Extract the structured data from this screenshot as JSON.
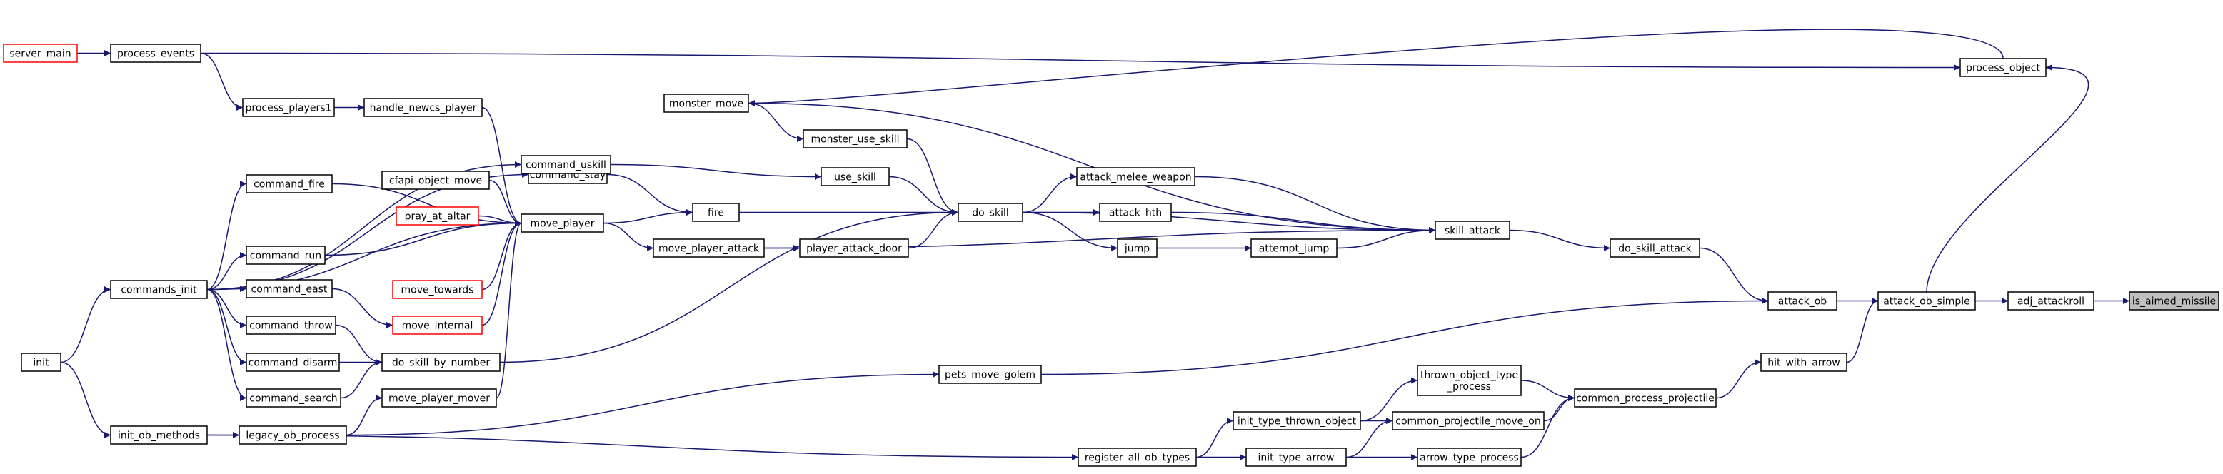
{
  "graph": {
    "colors": {
      "edge": "#191970",
      "node_border": "#000000",
      "external_border": "#ff0000",
      "focus_fill": "#bfbfbf"
    },
    "nodes": [
      {
        "id": "is_aimed_missile",
        "label": "is_aimed_missile",
        "focus": true
      },
      {
        "id": "adj_attackroll",
        "label": "adj_attackroll"
      },
      {
        "id": "attack_ob_simple",
        "label": "attack_ob_simple"
      },
      {
        "id": "attack_ob",
        "label": "attack_ob"
      },
      {
        "id": "hit_with_arrow",
        "label": "hit_with_arrow"
      },
      {
        "id": "process_object",
        "label": "process_object"
      },
      {
        "id": "do_skill_attack",
        "label": "do_skill_attack"
      },
      {
        "id": "skill_attack",
        "label": "skill_attack"
      },
      {
        "id": "common_process_projectile",
        "label": "common_process_projectile"
      },
      {
        "id": "thrown_object_type_process",
        "label": "thrown_object_type\n_process"
      },
      {
        "id": "common_projectile_move_on",
        "label": "common_projectile_move_on"
      },
      {
        "id": "arrow_type_process",
        "label": "arrow_type_process"
      },
      {
        "id": "init_type_thrown_object",
        "label": "init_type_thrown_object"
      },
      {
        "id": "init_type_arrow",
        "label": "init_type_arrow"
      },
      {
        "id": "register_all_ob_types",
        "label": "register_all_ob_types"
      },
      {
        "id": "pets_move_golem",
        "label": "pets_move_golem"
      },
      {
        "id": "attack_melee_weapon",
        "label": "attack_melee_weapon"
      },
      {
        "id": "attack_hth",
        "label": "attack_hth"
      },
      {
        "id": "attempt_jump",
        "label": "attempt_jump"
      },
      {
        "id": "jump",
        "label": "jump"
      },
      {
        "id": "do_skill",
        "label": "do_skill"
      },
      {
        "id": "player_attack_door",
        "label": "player_attack_door"
      },
      {
        "id": "move_player_attack",
        "label": "move_player_attack"
      },
      {
        "id": "monster_use_skill",
        "label": "monster_use_skill"
      },
      {
        "id": "use_skill",
        "label": "use_skill"
      },
      {
        "id": "fire",
        "label": "fire"
      },
      {
        "id": "monster_move",
        "label": "monster_move"
      },
      {
        "id": "move_player",
        "label": "move_player"
      },
      {
        "id": "command_stay",
        "label": "command_stay"
      },
      {
        "id": "command_uskill",
        "label": "command_uskill"
      },
      {
        "id": "handle_newcs_player",
        "label": "handle_newcs_player"
      },
      {
        "id": "cfapi_object_move",
        "label": "cfapi_object_move"
      },
      {
        "id": "pray_at_altar",
        "label": "pray_at_altar",
        "external": true
      },
      {
        "id": "move_towards",
        "label": "move_towards",
        "external": true
      },
      {
        "id": "move_internal",
        "label": "move_internal",
        "external": true
      },
      {
        "id": "do_skill_by_number",
        "label": "do_skill_by_number"
      },
      {
        "id": "move_player_mover",
        "label": "move_player_mover"
      },
      {
        "id": "legacy_ob_process",
        "label": "legacy_ob_process"
      },
      {
        "id": "process_players1",
        "label": "process_players1"
      },
      {
        "id": "process_events",
        "label": "process_events"
      },
      {
        "id": "server_main",
        "label": "server_main",
        "external": true
      },
      {
        "id": "command_fire",
        "label": "command_fire"
      },
      {
        "id": "command_run",
        "label": "command_run"
      },
      {
        "id": "command_east",
        "label": "command_east"
      },
      {
        "id": "command_throw",
        "label": "command_throw"
      },
      {
        "id": "command_disarm",
        "label": "command_disarm"
      },
      {
        "id": "command_search",
        "label": "command_search"
      },
      {
        "id": "commands_init",
        "label": "commands_init"
      },
      {
        "id": "init_ob_methods",
        "label": "init_ob_methods"
      },
      {
        "id": "init",
        "label": "init"
      }
    ],
    "edges": [
      {
        "from": "adj_attackroll",
        "to": "is_aimed_missile"
      },
      {
        "from": "attack_ob_simple",
        "to": "adj_attackroll"
      },
      {
        "from": "attack_ob",
        "to": "attack_ob_simple"
      },
      {
        "from": "hit_with_arrow",
        "to": "attack_ob_simple"
      },
      {
        "from": "attack_ob_simple",
        "to": "process_object"
      },
      {
        "from": "do_skill_attack",
        "to": "attack_ob"
      },
      {
        "from": "pets_move_golem",
        "to": "attack_ob"
      },
      {
        "from": "skill_attack",
        "to": "do_skill_attack"
      },
      {
        "from": "common_process_projectile",
        "to": "hit_with_arrow"
      },
      {
        "from": "thrown_object_type_process",
        "to": "common_process_projectile"
      },
      {
        "from": "common_projectile_move_on",
        "to": "common_process_projectile"
      },
      {
        "from": "arrow_type_process",
        "to": "common_process_projectile"
      },
      {
        "from": "init_type_thrown_object",
        "to": "thrown_object_type_process"
      },
      {
        "from": "init_type_thrown_object",
        "to": "common_projectile_move_on"
      },
      {
        "from": "init_type_arrow",
        "to": "common_projectile_move_on"
      },
      {
        "from": "init_type_arrow",
        "to": "arrow_type_process"
      },
      {
        "from": "register_all_ob_types",
        "to": "init_type_thrown_object"
      },
      {
        "from": "register_all_ob_types",
        "to": "init_type_arrow"
      },
      {
        "from": "attack_melee_weapon",
        "to": "skill_attack"
      },
      {
        "from": "attack_hth",
        "to": "skill_attack"
      },
      {
        "from": "attempt_jump",
        "to": "skill_attack"
      },
      {
        "from": "do_skill",
        "to": "skill_attack"
      },
      {
        "from": "monster_move",
        "to": "skill_attack"
      },
      {
        "from": "move_player_attack",
        "to": "skill_attack"
      },
      {
        "from": "jump",
        "to": "attempt_jump"
      },
      {
        "from": "do_skill",
        "to": "attack_melee_weapon"
      },
      {
        "from": "do_skill",
        "to": "attack_hth"
      },
      {
        "from": "do_skill",
        "to": "jump"
      },
      {
        "from": "monster_use_skill",
        "to": "do_skill"
      },
      {
        "from": "use_skill",
        "to": "do_skill"
      },
      {
        "from": "fire",
        "to": "do_skill"
      },
      {
        "from": "player_attack_door",
        "to": "do_skill"
      },
      {
        "from": "do_skill_by_number",
        "to": "do_skill"
      },
      {
        "from": "move_player_attack",
        "to": "player_attack_door"
      },
      {
        "from": "move_player",
        "to": "move_player_attack"
      },
      {
        "from": "monster_move",
        "to": "monster_use_skill"
      },
      {
        "from": "command_uskill",
        "to": "use_skill"
      },
      {
        "from": "move_player",
        "to": "fire"
      },
      {
        "from": "command_stay",
        "to": "fire"
      },
      {
        "from": "process_object",
        "to": "monster_move"
      },
      {
        "from": "handle_newcs_player",
        "to": "move_player"
      },
      {
        "from": "cfapi_object_move",
        "to": "move_player"
      },
      {
        "from": "pray_at_altar",
        "to": "move_player"
      },
      {
        "from": "move_towards",
        "to": "move_player"
      },
      {
        "from": "move_internal",
        "to": "move_player"
      },
      {
        "from": "move_player_mover",
        "to": "move_player"
      },
      {
        "from": "command_fire",
        "to": "move_player"
      },
      {
        "from": "command_run",
        "to": "move_player"
      },
      {
        "from": "legacy_ob_process",
        "to": "move_player_mover"
      },
      {
        "from": "legacy_ob_process",
        "to": "pets_move_golem"
      },
      {
        "from": "process_players1",
        "to": "handle_newcs_player"
      },
      {
        "from": "process_events",
        "to": "process_players1"
      },
      {
        "from": "server_main",
        "to": "process_events"
      },
      {
        "from": "process_events",
        "to": "process_object"
      },
      {
        "from": "command_east",
        "to": "move_internal"
      },
      {
        "from": "command_throw",
        "to": "do_skill_by_number"
      },
      {
        "from": "command_disarm",
        "to": "do_skill_by_number"
      },
      {
        "from": "command_search",
        "to": "do_skill_by_number"
      },
      {
        "from": "commands_init",
        "to": "command_fire"
      },
      {
        "from": "commands_init",
        "to": "command_run"
      },
      {
        "from": "commands_init",
        "to": "command_east"
      },
      {
        "from": "commands_init",
        "to": "command_throw"
      },
      {
        "from": "commands_init",
        "to": "command_disarm"
      },
      {
        "from": "commands_init",
        "to": "command_search"
      },
      {
        "from": "commands_init",
        "to": "command_stay"
      },
      {
        "from": "commands_init",
        "to": "command_uskill"
      },
      {
        "from": "commands_init",
        "to": "move_player"
      },
      {
        "from": "init",
        "to": "commands_init"
      },
      {
        "from": "init",
        "to": "init_ob_methods"
      },
      {
        "from": "init_ob_methods",
        "to": "legacy_ob_process"
      },
      {
        "from": "init_ob_methods",
        "to": "register_all_ob_types"
      }
    ]
  }
}
